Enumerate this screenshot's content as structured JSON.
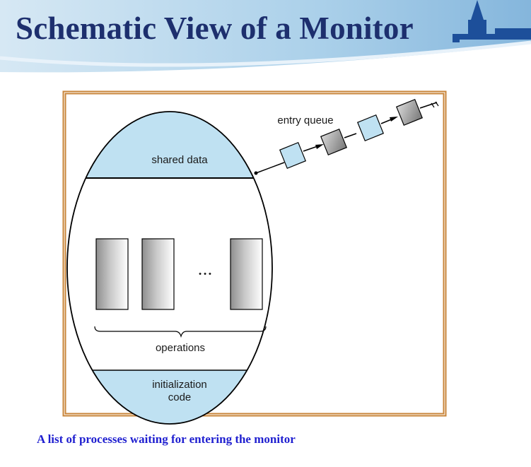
{
  "slide": {
    "title": "Schematic View of a Monitor",
    "caption": "A list of processes waiting for entering the monitor"
  },
  "diagram": {
    "shared_data_label": "shared data",
    "entry_queue_label": "entry queue",
    "ellipsis": "• • •",
    "operations_label": "operations",
    "init_label_line1": "initialization",
    "init_label_line2": "code"
  },
  "colors": {
    "title": "#1d2f6e",
    "caption": "#1f1fd0",
    "frame": "#c8853a",
    "region_fill": "#bfe1f2"
  }
}
